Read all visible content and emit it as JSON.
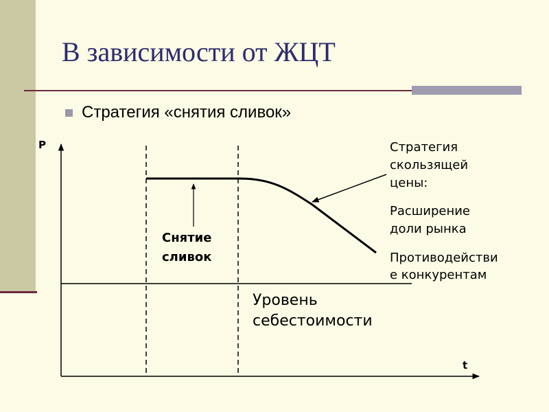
{
  "slide": {
    "title": "В зависимости от ЖЦТ",
    "bullet": "Стратегия «снятия сливок»",
    "colors": {
      "background": "#fbfbe6",
      "title": "#2e2b6e",
      "accent": "#6a2a3c",
      "band": "#cbc8a4"
    }
  },
  "diagram": {
    "axis_y_label": "P",
    "axis_x_label": "t",
    "skimming_label": [
      "Снятие",
      "сливок"
    ],
    "cost_level_label": [
      "Уровень",
      "себестоимости"
    ],
    "strategy_label": [
      "Стратегия",
      "скользящей",
      "цены:"
    ],
    "market_share_label": [
      "Расширение",
      "доли рынка"
    ],
    "competition_label": [
      "Противодействи",
      "е конкурентам"
    ]
  }
}
